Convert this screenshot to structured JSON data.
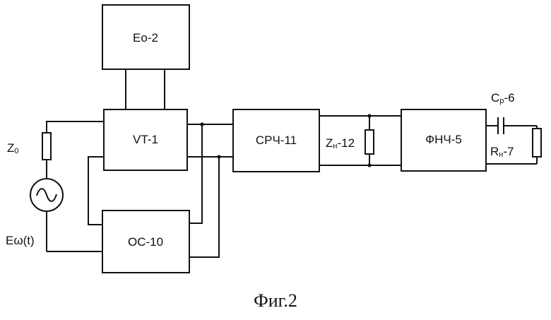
{
  "diagram": {
    "blocks": {
      "e0": "Eo-2",
      "vt": "VT-1",
      "oc": "OC-10",
      "srch": "СРЧ-11",
      "fnch": "ФНЧ-5"
    },
    "components": {
      "z0": {
        "main": "Z",
        "sub": "0"
      },
      "source": {
        "main": "E",
        "rest": "ω(t)"
      },
      "zn": {
        "main": "Z",
        "sub": "н",
        "rest": "-12"
      },
      "cp": {
        "main": "C",
        "sub": "р",
        "rest": "-6"
      },
      "rn": {
        "main": "R",
        "sub": "н",
        "rest": "-7"
      }
    },
    "caption": "Фиг.2"
  }
}
